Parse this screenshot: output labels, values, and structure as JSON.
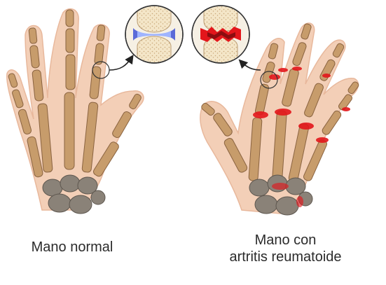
{
  "labels": {
    "normal_hand": "Mano normal",
    "ra_hand_line1": "Mano con",
    "ra_hand_line2": "artritis reumatoide"
  },
  "colors": {
    "skin": "#f3cfb7",
    "skin_edge": "#e8b89c",
    "bone": "#c79c6b",
    "bone_edge": "#8a6340",
    "carpal": "#8a8278",
    "cartilage_healthy": "#4a5bd6",
    "inflammation": "#e3161b",
    "background": "#ffffff"
  },
  "icons": [
    "healthy-joint-icon",
    "inflamed-joint-icon",
    "arrow-icon"
  ]
}
